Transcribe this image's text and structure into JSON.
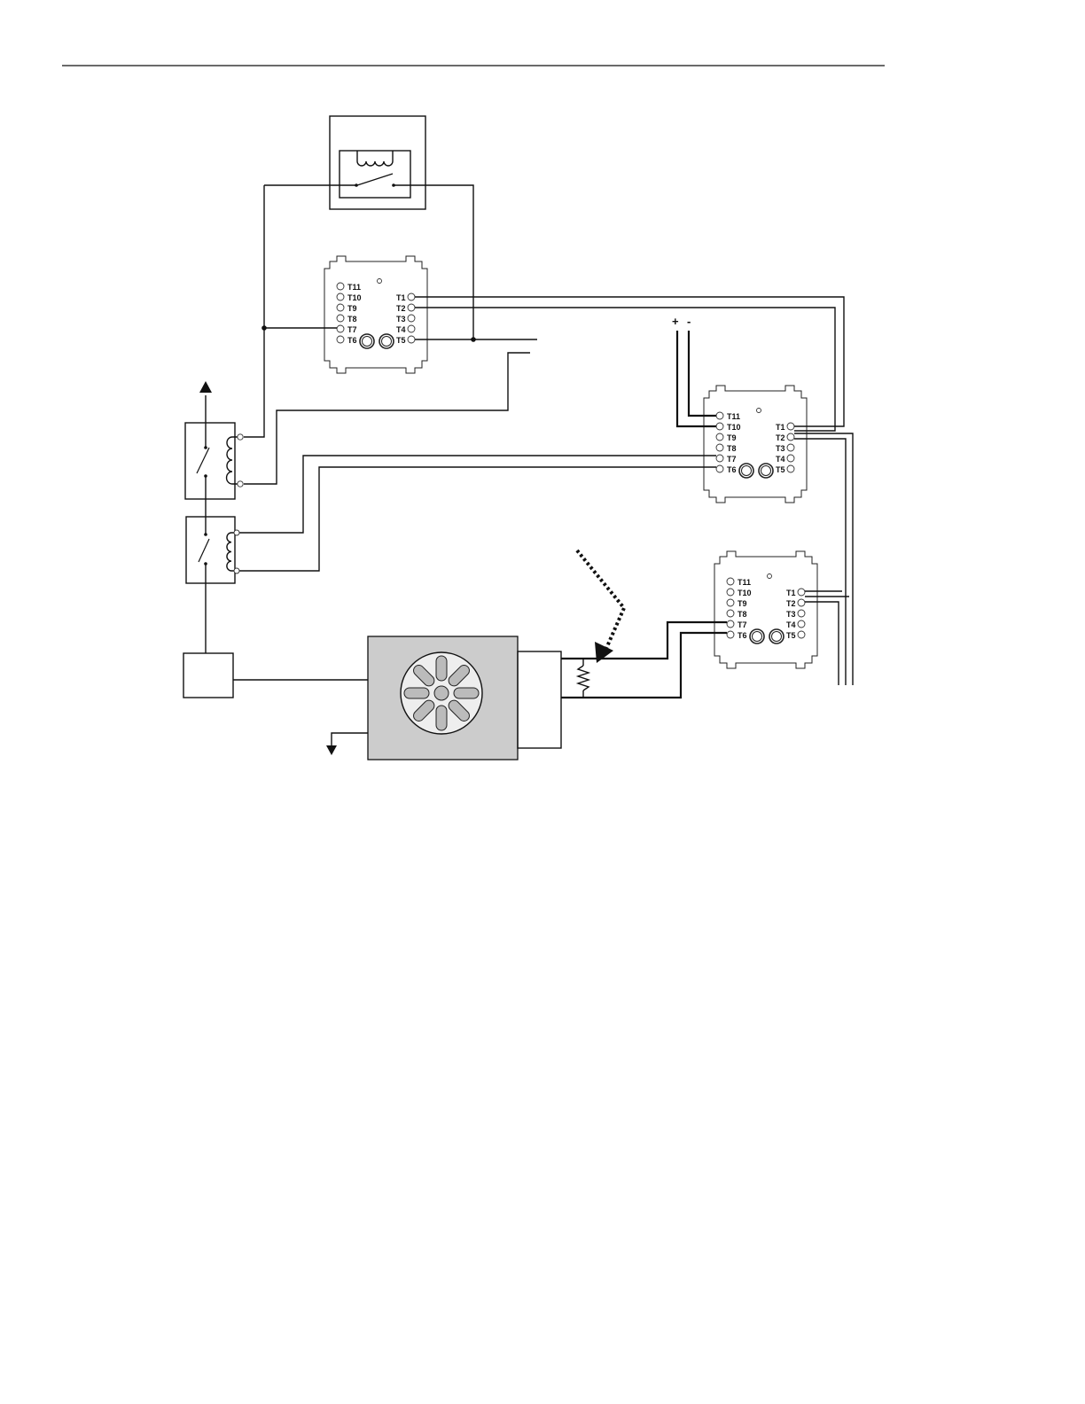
{
  "page": {
    "background": "#ffffff",
    "rule_color": "#111111"
  },
  "modules": [
    {
      "id": "module-top",
      "left_terminals": [
        "T11",
        "T10",
        "T9",
        "T8",
        "T7",
        "T6"
      ],
      "right_terminals": [
        "T1",
        "T2",
        "T3",
        "T4",
        "T5"
      ]
    },
    {
      "id": "module-middle",
      "left_terminals": [
        "T11",
        "T10",
        "T9",
        "T8",
        "T7",
        "T6"
      ],
      "right_terminals": [
        "T1",
        "T2",
        "T3",
        "T4",
        "T5"
      ]
    },
    {
      "id": "module-bottom",
      "left_terminals": [
        "T11",
        "T10",
        "T9",
        "T8",
        "T7",
        "T6"
      ],
      "right_terminals": [
        "T1",
        "T2",
        "T3",
        "T4",
        "T5"
      ]
    }
  ],
  "power_input": {
    "plus": "+",
    "minus": "-"
  },
  "colors": {
    "line": "#111111",
    "fan_housing": "#cccccc",
    "fan_disc": "#eeeeee",
    "fan_blade": "#bbbbbb"
  }
}
